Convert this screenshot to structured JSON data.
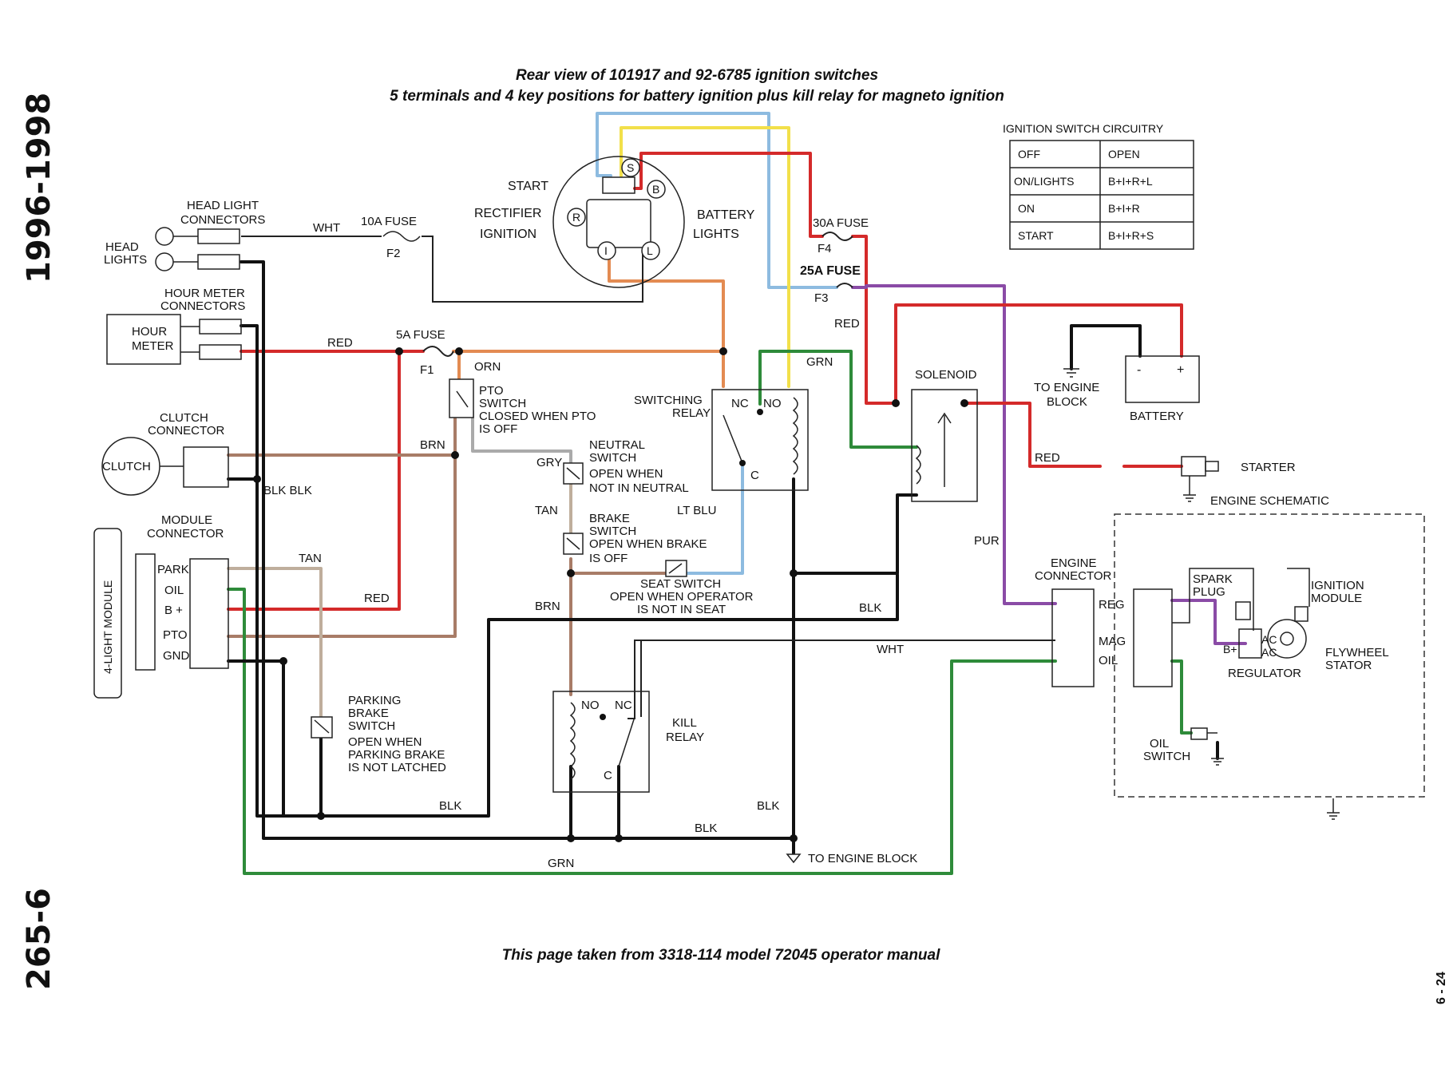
{
  "side_labels": {
    "years": "1996-1998",
    "page_code": "265-6",
    "page_number": "6 - 24"
  },
  "header": {
    "line1": "Rear view of 101917 and 92-6785 ignition switches",
    "line2": "5 terminals and 4 key positions for battery ignition plus kill relay for magneto ignition"
  },
  "footer": {
    "note": "This page taken from 3318-114 model 72045 operator manual"
  },
  "ignition_switch": {
    "start": "START",
    "rectifier": "RECTIFIER",
    "ignition": "IGNITION",
    "battery": "BATTERY",
    "lights": "LIGHTS",
    "terminals": {
      "s": "S",
      "b": "B",
      "r": "R",
      "i": "I",
      "l": "L"
    }
  },
  "circuitry_table": {
    "title": "IGNITION SWITCH CIRCUITRY",
    "rows": [
      {
        "position": "OFF",
        "circuit": "OPEN"
      },
      {
        "position": "ON/LIGHTS",
        "circuit": "B+I+R+L"
      },
      {
        "position": "ON",
        "circuit": "B+I+R"
      },
      {
        "position": "START",
        "circuit": "B+I+R+S"
      }
    ]
  },
  "components": {
    "head_light_connectors": [
      "HEAD LIGHT",
      "CONNECTORS"
    ],
    "head_lights": [
      "HEAD",
      "LIGHTS"
    ],
    "hour_meter_connectors": [
      "HOUR METER",
      "CONNECTORS"
    ],
    "hour_meter": [
      "HOUR",
      "METER"
    ],
    "clutch_connector": [
      "CLUTCH",
      "CONNECTOR"
    ],
    "clutch": "CLUTCH",
    "module_connector": [
      "MODULE",
      "CONNECTOR"
    ],
    "module": "4-LIGHT MODULE",
    "module_pins": [
      "PARK",
      "OIL",
      "B +",
      "PTO",
      "GND"
    ],
    "fuse_10a": "10A FUSE",
    "fuse_f2": "F2",
    "fuse_5a": "5A FUSE",
    "fuse_f1": "F1",
    "fuse_30a": "30A FUSE",
    "fuse_f4": "F4",
    "fuse_25a": "25A FUSE",
    "fuse_f3": "F3",
    "pto_switch": [
      "PTO",
      "SWITCH",
      "CLOSED WHEN PTO",
      "IS OFF"
    ],
    "neutral_switch": [
      "NEUTRAL",
      "SWITCH",
      "OPEN WHEN",
      "NOT IN NEUTRAL"
    ],
    "brake_switch": [
      "BRAKE",
      "SWITCH",
      "OPEN WHEN BRAKE",
      "IS OFF"
    ],
    "seat_switch": [
      "SEAT SWITCH",
      "OPEN WHEN OPERATOR",
      "IS NOT IN SEAT"
    ],
    "parking_brake_switch": [
      "PARKING",
      "BRAKE",
      "SWITCH",
      "OPEN WHEN",
      "PARKING BRAKE",
      "IS NOT LATCHED"
    ],
    "switching_relay": [
      "SWITCHING",
      "RELAY"
    ],
    "kill_relay": [
      "KILL",
      "RELAY"
    ],
    "relay_nc": "NC",
    "relay_no": "NO",
    "relay_c": "C",
    "solenoid": "SOLENOID",
    "to_engine_block_top": [
      "TO ENGINE",
      "BLOCK"
    ],
    "battery": "BATTERY",
    "battery_minus": "-",
    "battery_plus": "+",
    "starter": "STARTER",
    "engine_schematic": "ENGINE SCHEMATIC",
    "engine_connector": [
      "ENGINE",
      "CONNECTOR"
    ],
    "engine_pins": [
      "REG",
      "MAG",
      "OIL"
    ],
    "spark_plug": [
      "SPARK",
      "PLUG"
    ],
    "ignition_module": [
      "IGNITION",
      "MODULE"
    ],
    "flywheel_stator": [
      "FLYWHEEL",
      "STATOR"
    ],
    "regulator": "REGULATOR",
    "reg_b": "B+",
    "reg_ac1": "AC",
    "reg_ac2": "AC",
    "oil_switch": [
      "OIL",
      "SWITCH"
    ],
    "to_engine_block_bottom": "TO ENGINE BLOCK"
  },
  "wire_labels": {
    "wht": "WHT",
    "red1": "RED",
    "orn": "ORN",
    "brn1": "BRN",
    "gry": "GRY",
    "tan1": "TAN",
    "blk_blk": "BLK BLK",
    "tan2": "TAN",
    "red2": "RED",
    "brn2": "BRN",
    "lt_blu": "LT BLU",
    "grn1": "GRN",
    "red3": "RED",
    "red4": "RED",
    "pur": "PUR",
    "blk1": "BLK",
    "wht2": "WHT",
    "blk2": "BLK",
    "blk3": "BLK",
    "blk4": "BLK",
    "grn2": "GRN"
  },
  "colors": {
    "red": "#d42a2a",
    "black": "#111111",
    "brown": "#a87c67",
    "orange": "#e38b52",
    "yellow": "#f2e04a",
    "light_blue": "#8dbbe0",
    "green": "#2e8b3a",
    "purple": "#8a4ba6",
    "white_wire": "#444444",
    "gray": "#999999",
    "tan": "#bfae9c"
  }
}
